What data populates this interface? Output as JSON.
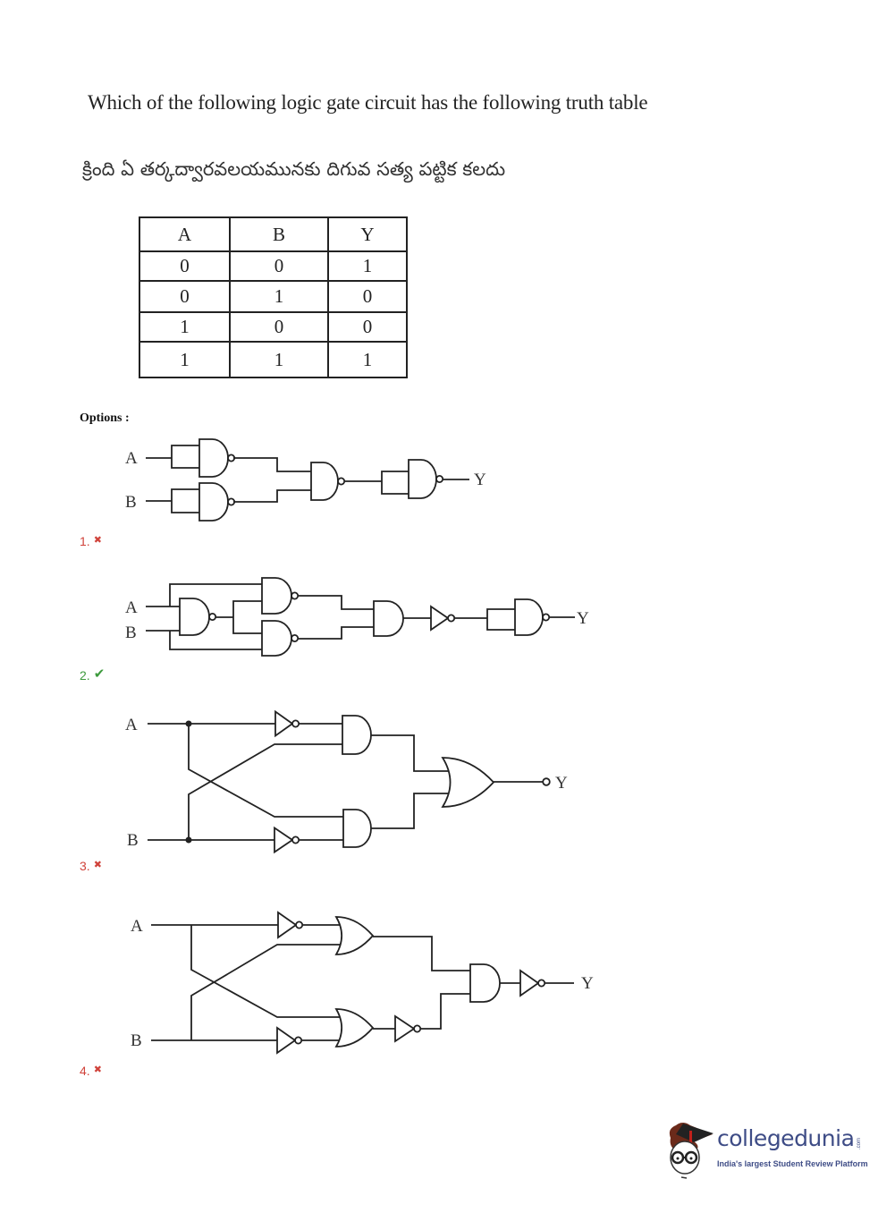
{
  "question": "Which of the following logic gate circuit has the following truth table",
  "question_telugu": "క్రింది ఏ తర్కద్వారవలయమునకు దిగువ సత్య పట్టిక కలదు",
  "truth_table": {
    "headers": [
      "A",
      "B",
      "Y"
    ],
    "rows": [
      [
        "0",
        "0",
        "1"
      ],
      [
        "0",
        "1",
        "0"
      ],
      [
        "1",
        "0",
        "0"
      ],
      [
        "1",
        "1",
        "1"
      ]
    ]
  },
  "options_label": "Options :",
  "circuit_labels": {
    "a": "A",
    "b": "B",
    "y": "Y"
  },
  "options": [
    {
      "number": "1.",
      "status": "incorrect",
      "icon": "cross-icon",
      "glyph": "✖"
    },
    {
      "number": "2.",
      "status": "correct",
      "icon": "check-icon",
      "glyph": "✔"
    },
    {
      "number": "3.",
      "status": "incorrect",
      "icon": "cross-icon",
      "glyph": "✖"
    },
    {
      "number": "4.",
      "status": "incorrect",
      "icon": "cross-icon",
      "glyph": "✖"
    }
  ],
  "colors": {
    "incorrect": "#d0423a",
    "correct": "#3d9a3d",
    "brand": "#3e4c86"
  },
  "logo": {
    "name": "collegedunia",
    "suffix": ".com",
    "tagline": "India's largest Student Review Platform"
  }
}
